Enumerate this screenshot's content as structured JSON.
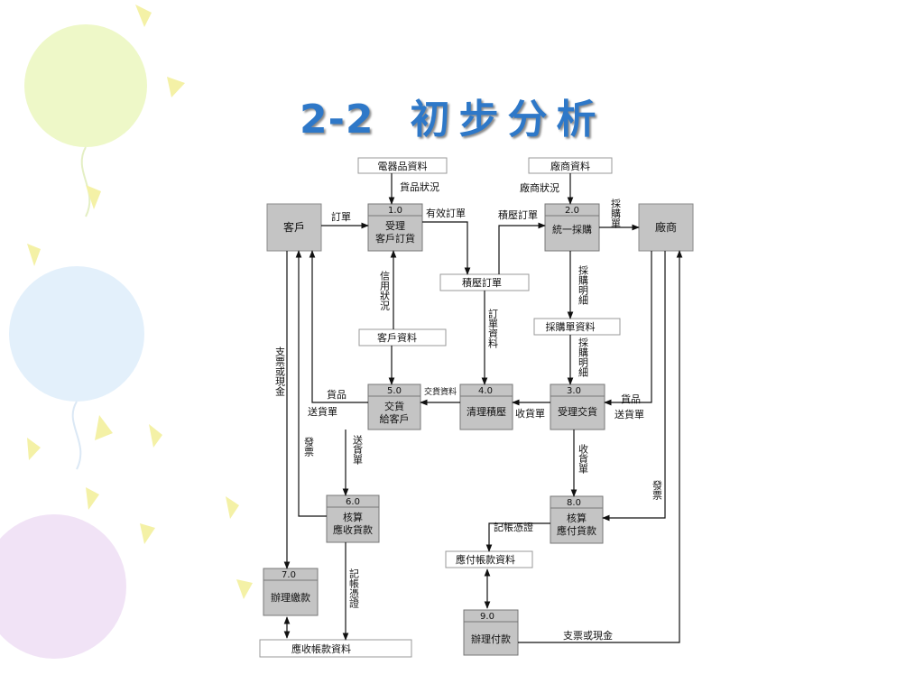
{
  "slide": {
    "title_number": "2-2",
    "title_text": "初步分析"
  },
  "colors": {
    "title": "#2e78c8",
    "box_fill": "#c4c4c4",
    "store_fill": "#ffffff",
    "line": "#111111"
  },
  "entities": {
    "customer": "客戶",
    "vendor": "廠商"
  },
  "processes": [
    {
      "id": "1.0",
      "name_line1": "受理",
      "name_line2": "客戶訂貨"
    },
    {
      "id": "2.0",
      "name_line1": "統一採購",
      "name_line2": ""
    },
    {
      "id": "3.0",
      "name_line1": "受理交貨",
      "name_line2": ""
    },
    {
      "id": "4.0",
      "name_line1": "清理積壓",
      "name_line2": ""
    },
    {
      "id": "5.0",
      "name_line1": "交貨",
      "name_line2": "給客戶"
    },
    {
      "id": "6.0",
      "name_line1": "核算",
      "name_line2": "應收貨款"
    },
    {
      "id": "7.0",
      "name_line1": "辦理繳款",
      "name_line2": ""
    },
    {
      "id": "8.0",
      "name_line1": "核算",
      "name_line2": "應付貨款"
    },
    {
      "id": "9.0",
      "name_line1": "辦理付款",
      "name_line2": ""
    }
  ],
  "stores": {
    "appliance": "電器品資料",
    "vendor_data": "廠商資料",
    "backlog": "積壓訂單",
    "customer_data": "客戶資料",
    "purchase_order": "採購單資料",
    "ap_data": "應付帳款資料",
    "ar_data": "應收帳款資料"
  },
  "flows": {
    "goods_status": "貨品狀況",
    "vendor_status": "廠商狀況",
    "order": "訂單",
    "valid_order": "有效訂單",
    "backlog_order": "積壓訂單",
    "purchase": "採購單",
    "purchase_detail_a": "採購明細",
    "purchase_detail_b": "採購明細",
    "credit_status": "信用狀況",
    "order_data": "訂單資料",
    "delivery_data": "交貨資料",
    "receipt_slip": "收貨單",
    "goods_left": "貨品",
    "delivery_slip_left": "送貨單",
    "goods_right": "貨品",
    "delivery_slip_right": "送貨單",
    "invoice_left": "發票",
    "delivery_slip_v": "送貨單",
    "receipt_slip_v": "收貨單",
    "invoice_right": "發票",
    "check_or_cash_left": "支票或現金",
    "journal_voucher_left": "記帳憑證",
    "journal_voucher_right": "記帳憑證",
    "check_or_cash_bottom": "支票或現金"
  }
}
